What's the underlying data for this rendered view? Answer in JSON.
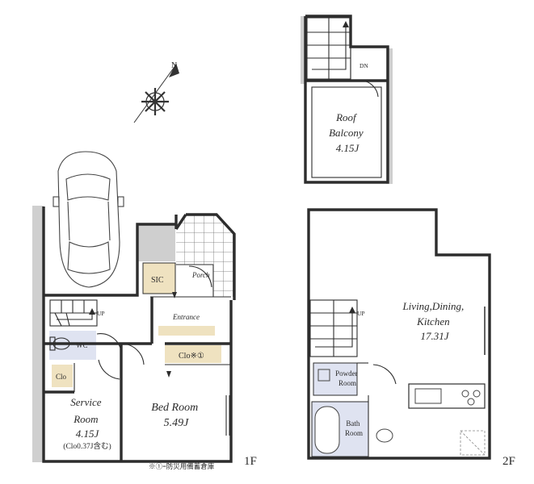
{
  "floors": {
    "first_label": "1F",
    "second_label": "2F"
  },
  "compass": {
    "north_mark": "N"
  },
  "rooms_1f": {
    "sic": "SIC",
    "porch": "Porch",
    "entrance": "Entrance",
    "up": "UP",
    "wc": "WC",
    "clo": "Clo",
    "clo_note": "Clo※①",
    "service_line1": "Service",
    "service_line2": "Room",
    "service_size": "4.15J",
    "service_sub": "(Clo0.37J含む)",
    "bed_name": "Bed Room",
    "bed_size": "5.49J"
  },
  "rooms_2f": {
    "dn": "DN",
    "roof_line1": "Roof",
    "roof_line2": "Balcony",
    "roof_size": "4.15J",
    "up": "UP",
    "ldk_line1": "Living,Dining,",
    "ldk_line2": "Kitchen",
    "ldk_size": "17.31J",
    "powder_line1": "Powder",
    "powder_line2": "Room",
    "bath_line1": "Bath",
    "bath_line2": "Room"
  },
  "notes": {
    "storage": "※①=防災用備蓄倉庫"
  },
  "colors": {
    "wall": "#2d2d2d",
    "wet_area": "#dfe3f1",
    "storage": "#efe2c0",
    "shadow": "#cfcfcf",
    "tile_line": "#6a6a6a"
  }
}
